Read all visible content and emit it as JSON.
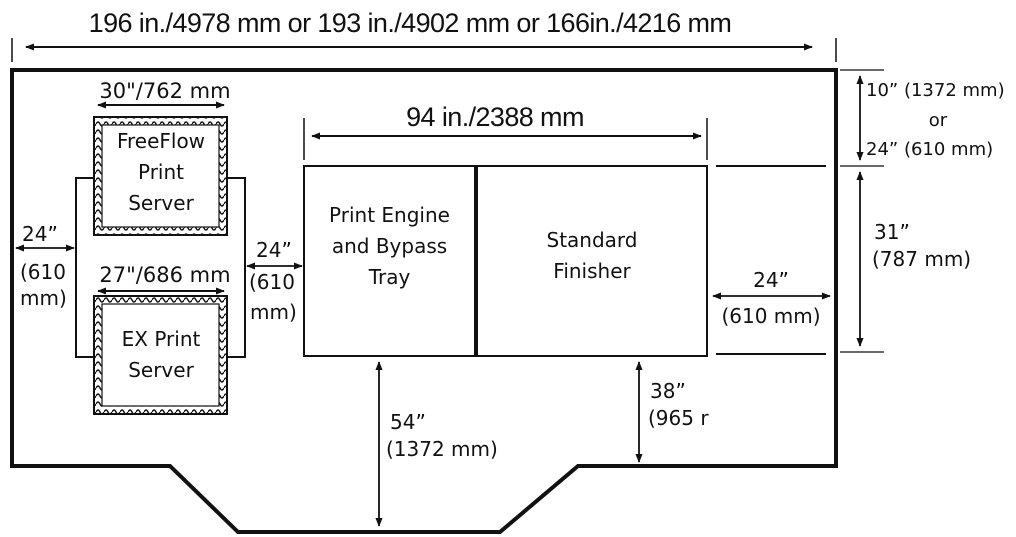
{
  "overall_width_label": "196 in./4978 mm or 193 in./4902 mm or 166in./4216 mm",
  "boxes": {
    "freeflow": {
      "lines": [
        "FreeFlow",
        "Print",
        "Server"
      ],
      "width_label": "30\"/762 mm"
    },
    "ex": {
      "lines": [
        "EX Print",
        "Server"
      ],
      "width_label": "27\"/686 mm"
    },
    "print_engine": {
      "lines": [
        "Print Engine",
        "and Bypass",
        "Tray"
      ]
    },
    "finisher": {
      "lines": [
        "Standard",
        "Finisher"
      ]
    }
  },
  "dimensions": {
    "engine_finisher_width": "94 in./2388 mm",
    "left_clearance": [
      "24”",
      "(610",
      "mm)"
    ],
    "server_engine_gap": [
      "24”",
      "(610",
      "mm)"
    ],
    "right_clearance": [
      "24”",
      "(610 mm)"
    ],
    "top_right": [
      "10” (1372 mm)",
      "or",
      "24” (610 mm)"
    ],
    "depth_right": [
      "31”",
      "(787 mm)"
    ],
    "front_engine": [
      "54”",
      "(1372 mm)"
    ],
    "front_finisher": [
      "38”",
      "(965 r"
    ]
  }
}
